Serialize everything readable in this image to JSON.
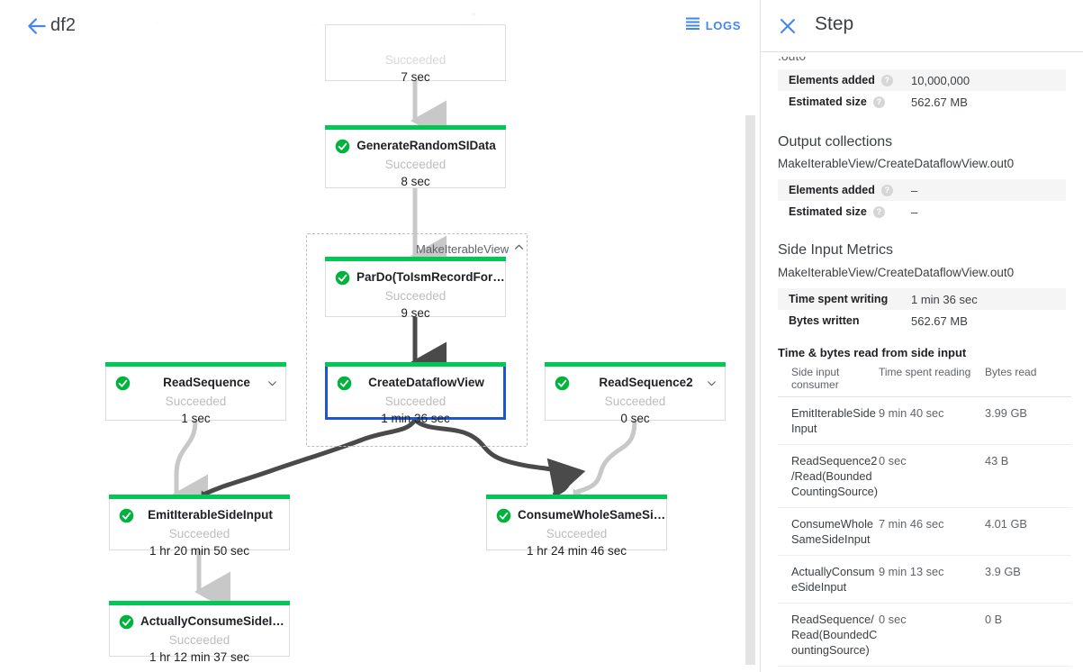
{
  "header": {
    "back_icon": "arrow-left-icon",
    "job_title": "df2",
    "logs_label": "LOGS",
    "logs_icon": "list-lines-icon",
    "ghost_fragments": [
      "·· ·",
      "··  ··  ···",
      "···   ··   ···",
      "■"
    ]
  },
  "graph": {
    "group": {
      "label": "MakeIterableView",
      "chevron": "chevron-up-icon"
    },
    "nodes": [
      {
        "id": "top-cut",
        "name": "",
        "status": "Succeeded",
        "time": "7 sec",
        "selected": false,
        "clipped": true,
        "chevron": ""
      },
      {
        "id": "generate-random-si-data",
        "name": "GenerateRandomSIData",
        "status": "Succeeded",
        "time": "8 sec",
        "selected": false,
        "clipped": false,
        "chevron": ""
      },
      {
        "id": "pardo-to-ism-record-for",
        "name": "ParDo(ToIsmRecordFor…",
        "status": "Succeeded",
        "time": "9 sec",
        "selected": false,
        "clipped": false,
        "chevron": ""
      },
      {
        "id": "create-dataflow-view",
        "name": "CreateDataflowView",
        "status": "Succeeded",
        "time": "1 min 36 sec",
        "selected": true,
        "clipped": false,
        "chevron": ""
      },
      {
        "id": "read-sequence",
        "name": "ReadSequence",
        "status": "Succeeded",
        "time": "1 sec",
        "selected": false,
        "clipped": false,
        "chevron": "chevron-down-icon"
      },
      {
        "id": "read-sequence-2",
        "name": "ReadSequence2",
        "status": "Succeeded",
        "time": "0 sec",
        "selected": false,
        "clipped": false,
        "chevron": "chevron-down-icon"
      },
      {
        "id": "emit-iterable-side-input",
        "name": "EmitIterableSideInput",
        "status": "Succeeded",
        "time": "1 hr 20 min 50 sec",
        "selected": false,
        "clipped": false,
        "chevron": ""
      },
      {
        "id": "consume-whole-same-side-input",
        "name": "ConsumeWholeSameSi…",
        "status": "Succeeded",
        "time": "1 hr 24 min 46 sec",
        "selected": false,
        "clipped": false,
        "chevron": ""
      },
      {
        "id": "actually-consume-side-input",
        "name": "ActuallyConsumeSideI…",
        "status": "Succeeded",
        "time": "1 hr 12 min 37 sec",
        "selected": false,
        "clipped": false,
        "chevron": ""
      }
    ],
    "status_color": "#00c853",
    "selected_color": "#1a56db"
  },
  "panel": {
    "close_icon": "close-icon",
    "title": "Step",
    "clipped_top_text": ".out0",
    "input_metrics": [
      {
        "key": "Elements added",
        "value": "10,000,000"
      },
      {
        "key": "Estimated size",
        "value": "562.67 MB"
      }
    ],
    "output_collections": {
      "title": "Output collections",
      "collection": "MakeIterableView/CreateDataflowView.out0",
      "metrics": [
        {
          "key": "Elements added",
          "value": "–"
        },
        {
          "key": "Estimated size",
          "value": "–"
        }
      ]
    },
    "side_input_metrics": {
      "title": "Side Input Metrics",
      "collection": "MakeIterableView/CreateDataflowView.out0",
      "metrics": [
        {
          "key": "Time spent writing",
          "value": "1 min 36 sec"
        },
        {
          "key": "Bytes written",
          "value": "562.67 MB"
        }
      ],
      "table_title": "Time & bytes read from side input",
      "columns": [
        "Side input consumer",
        "Time spent reading",
        "Bytes read"
      ],
      "rows": [
        {
          "consumer": "EmitIterableSideInput",
          "time": "9 min 40 sec",
          "bytes": "3.99 GB"
        },
        {
          "consumer": "ReadSequence2/Read(BoundedCountingSource)",
          "time": "0 sec",
          "bytes": "43 B"
        },
        {
          "consumer": "ConsumeWholeSameSideInput",
          "time": "7 min 46 sec",
          "bytes": "4.01 GB"
        },
        {
          "consumer": "ActuallyConsumeSideInput",
          "time": "9 min 13 sec",
          "bytes": "3.9 GB"
        },
        {
          "consumer": "ReadSequence/Read(BoundedCountingSource)",
          "time": "0 sec",
          "bytes": "0 B"
        }
      ]
    },
    "help_glyph": "?"
  }
}
